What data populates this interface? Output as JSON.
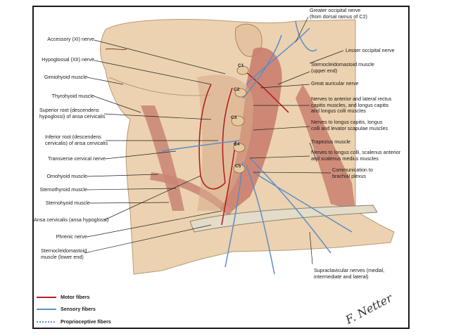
{
  "labels_left": [
    {
      "id": "accessory",
      "text": "Accessory (XI) nerve"
    },
    {
      "id": "hypoglossal",
      "text": "Hypoglossal (XII) nerve"
    },
    {
      "id": "geniohyoid",
      "text": "Geniohyoid muscle"
    },
    {
      "id": "thyrohyoid",
      "text": "Thyrohyoid muscle"
    },
    {
      "id": "superior_root",
      "text": "Superior root (descendens\nhypoglossi) of ansa cervicalis"
    },
    {
      "id": "inferior_root",
      "text": "Inferior root (descendens\ncervicalis) of ansa cervicalis"
    },
    {
      "id": "transverse_cervical",
      "text": "Transverse cervical nerve"
    },
    {
      "id": "omohyoid",
      "text": "Omohyoid muscle"
    },
    {
      "id": "sternothyroid",
      "text": "Sternothyroid muscle"
    },
    {
      "id": "sternohyoid",
      "text": "Sternohyoid muscle"
    },
    {
      "id": "ansa_cervicalis",
      "text": "Ansa cervicalis (ansa hypoglossi)"
    },
    {
      "id": "phrenic",
      "text": "Phrenic nerve"
    },
    {
      "id": "scm_lower",
      "text": "Sternocleidomastoid\nmuscle (lower end)"
    }
  ],
  "labels_right": [
    {
      "id": "greater_occipital",
      "text": "Greater occipital nerve\n(from dorsal ramus of C2)"
    },
    {
      "id": "lesser_occipital",
      "text": "Lesser occipital nerve"
    },
    {
      "id": "scm_upper",
      "text": "Sternocleidomastoid muscle\n(upper end)"
    },
    {
      "id": "great_auricular",
      "text": "Great auricular nerve"
    },
    {
      "id": "rectus_capitis",
      "text": "Nerves to anterior and lateral rectus\ncapitis muscles, and longus capitis\nand longus colli muscles"
    },
    {
      "id": "longus_capitis",
      "text": "Nerves to longus capitis, longus\ncolli and levator scapulae muscles"
    },
    {
      "id": "trapezius",
      "text": "Trapezius muscle"
    },
    {
      "id": "longus_colli",
      "text": "Nerves to longus colli, scalenus anterior\nand scalenus medius muscles"
    },
    {
      "id": "brachial",
      "text": "Communication to\nbrachial plexus"
    }
  ],
  "label_bottom": {
    "id": "supraclavicular",
    "text": "Supraclavicular nerves (medial,\nintermediate and lateral)"
  },
  "cervical_levels": [
    "C1",
    "C2",
    "C3",
    "C4",
    "C5"
  ],
  "legend": [
    {
      "text": "Motor fibers",
      "color": "#b22222",
      "style": "solid"
    },
    {
      "text": "Sensory fibers",
      "color": "#5b8ec9",
      "style": "solid"
    },
    {
      "text": "Proprioceptive fibers",
      "color": "#5b8ec9",
      "style": "dotted"
    }
  ],
  "signature": "F. Netter",
  "colors": {
    "skin": "#ecd2b0",
    "muscle": "#c87a6a",
    "motor": "#b22222",
    "sensory": "#5b8ec9",
    "bone": "#e3dcc8"
  }
}
